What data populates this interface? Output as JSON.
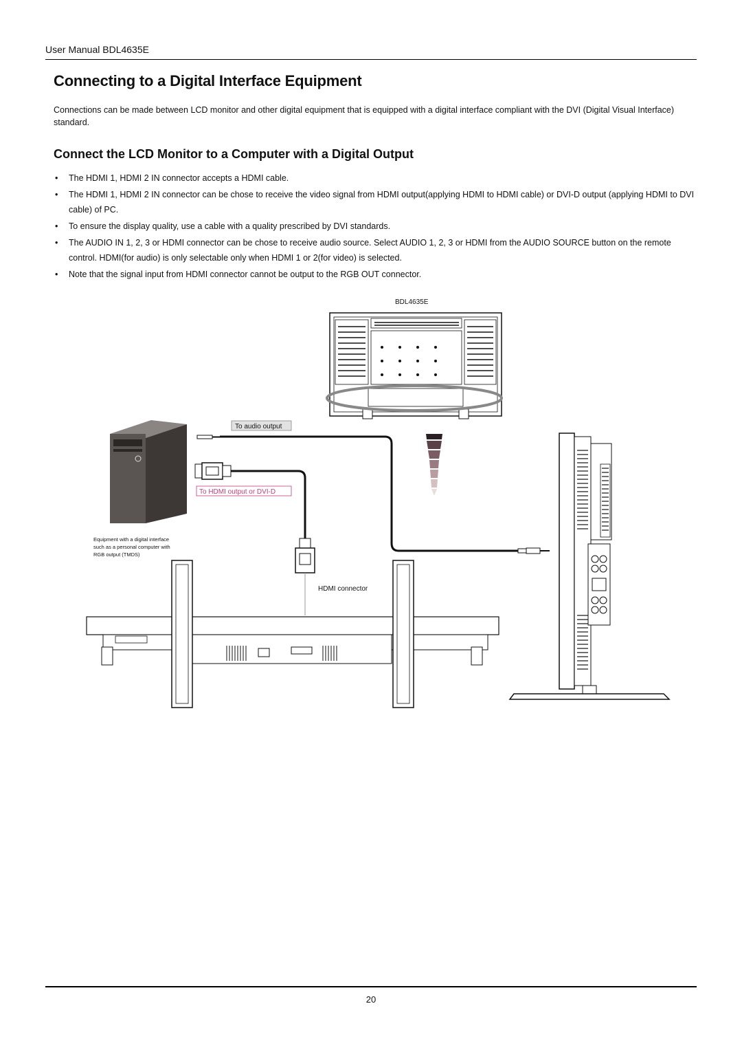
{
  "header": {
    "manual_title": "User Manual BDL4635E"
  },
  "section": {
    "title": "Connecting to a Digital Interface Equipment",
    "intro": "Connections can be made between LCD monitor and other digital equipment that is equipped with a digital interface compliant with the DVI (Digital Visual Interface) standard."
  },
  "subsection": {
    "title": "Connect the LCD Monitor to a Computer with a Digital Output",
    "bullets": [
      "The HDMI 1, HDMI 2 IN connector accepts a HDMI cable.",
      "The HDMI 1, HDMI 2 IN connector can be chose to receive the video signal from HDMI output(applying HDMI to HDMI cable) or DVI-D output (applying HDMI to DVI cable) of PC.",
      "To ensure the display quality, use a cable with a quality prescribed by DVI standards.",
      "The AUDIO IN 1, 2, 3 or HDMI connector can be chose to receive audio source. Select AUDIO 1, 2, 3 or HDMI from the AUDIO SOURCE button on the remote control. HDMI(for audio) is only selectable only when HDMI 1 or 2(for video) is selected.",
      "Note that the signal input from HDMI connector cannot be output to the RGB OUT connector."
    ]
  },
  "diagram": {
    "monitor_model": "BDL4635E",
    "audio_label": "To audio output",
    "video_label": "To HDMI output or DVI-D",
    "pc_caption_line1": "Equipment with a digital interface",
    "pc_caption_line2": "such as a personal computer with",
    "pc_caption_line3": "RGB output (TMDS)",
    "hdmi_label": "HDMI connector"
  },
  "footer": {
    "page_number": "20"
  },
  "colors": {
    "accent_pink": "#c0407a",
    "cable": "#111111",
    "pc_body": "#5a5452",
    "pc_dark": "#3d3836"
  }
}
